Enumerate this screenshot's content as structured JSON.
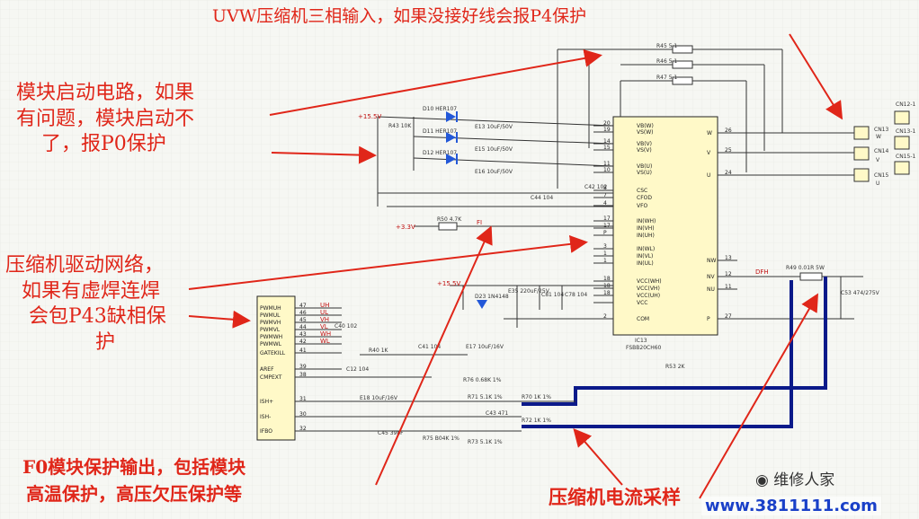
{
  "annotations": {
    "top": "UVW压缩机三相输入，如果没接好线会报P4保护",
    "startup": [
      "模块启动电路，如果",
      "有问题，模块启动不",
      "了，报P0保护"
    ],
    "drive": [
      "压缩机驱动网络，",
      "如果有虚焊连焊",
      "会包P43缺相保",
      "护"
    ],
    "fo": [
      "F0模块保护输出，包括模块",
      "高温保护，高压欠压保护等"
    ],
    "current": "压缩机电流采样"
  },
  "watermark": "维修人家",
  "url": "www.3811111.com",
  "module": {
    "ref": "IC13",
    "part": "FSBB20CH60",
    "pins_left": [
      {
        "n": "20",
        "name": "VB(W)"
      },
      {
        "n": "19",
        "name": "VS(W)"
      },
      {
        "n": "14",
        "name": "VB(V)"
      },
      {
        "n": "15",
        "name": "VS(V)"
      },
      {
        "n": "11",
        "name": "VB(U)"
      },
      {
        "n": "10",
        "name": "VS(U)"
      },
      {
        "n": "8",
        "name": "CSC"
      },
      {
        "n": "7",
        "name": "CFOD"
      },
      {
        "n": "4",
        "name": "VFO"
      },
      {
        "n": "17",
        "name": "IN(WH)"
      },
      {
        "n": "17",
        "name": "IN(VH)"
      },
      {
        "n": "P",
        "name": "IN(UH)"
      },
      {
        "n": "3",
        "name": "IN(WL)"
      },
      {
        "n": "1",
        "name": "IN(VL)"
      },
      {
        "n": "1",
        "name": "IN(UL)"
      },
      {
        "n": "18",
        "name": "VCC(WH)"
      },
      {
        "n": "18",
        "name": "VCC(VH)"
      },
      {
        "n": "18",
        "name": "VCC(UH)"
      },
      {
        "n": "",
        "name": "VCC"
      },
      {
        "n": "2",
        "name": "COM"
      }
    ],
    "pins_right": [
      {
        "n": "26",
        "name": "W"
      },
      {
        "n": "25",
        "name": "V"
      },
      {
        "n": "24",
        "name": "U"
      },
      {
        "n": "13",
        "name": "NW"
      },
      {
        "n": "12",
        "name": "NV"
      },
      {
        "n": "11",
        "name": "NU"
      },
      {
        "n": "27",
        "name": "P"
      }
    ]
  },
  "mcu_pins": [
    {
      "n": "47",
      "name": "PWMUH",
      "net": "UH"
    },
    {
      "n": "46",
      "name": "PWMUL",
      "net": "UL"
    },
    {
      "n": "45",
      "name": "PWMVH",
      "net": "VH"
    },
    {
      "n": "44",
      "name": "PWMVL",
      "net": "VL"
    },
    {
      "n": "43",
      "name": "PWMWH",
      "net": "WH"
    },
    {
      "n": "42",
      "name": "PWMWL",
      "net": "WL"
    },
    {
      "n": "41",
      "name": "GATEKILL",
      "net": ""
    },
    {
      "n": "39",
      "name": "AREF",
      "net": ""
    },
    {
      "n": "38",
      "name": "CMPEXT",
      "net": ""
    },
    {
      "n": "31",
      "name": "ISH+",
      "net": ""
    },
    {
      "n": "30",
      "name": "ISH-",
      "net": ""
    },
    {
      "n": "32",
      "name": "IFBO",
      "net": ""
    }
  ],
  "components": {
    "r_top": [
      "R45 5.1",
      "R46 5.1",
      "R47 5.1"
    ],
    "diodes": [
      "D10 HER107",
      "D11 HER107",
      "D12 HER107"
    ],
    "caps_boot": [
      "E13 10uF/50V",
      "E15 10uF/50V",
      "E16 10uF/50V"
    ],
    "connectors": [
      "CN12-1",
      "CN13",
      "CN14",
      "CN15",
      "CN13-1",
      "CN15-1"
    ],
    "conn_labels": [
      "W",
      "V",
      "U"
    ],
    "supply": "+15.5V",
    "r43": "R43 10K",
    "misc": [
      "C44 104",
      "C42 102",
      "R50 4.7K",
      "FI",
      "+3.3V"
    ],
    "lower": [
      "D23 1N4148",
      "E35 220uF/25V",
      "C81 104",
      "C78 104",
      "R49 0.01R 5W",
      "C53 474/275V",
      "DFH",
      "R53 2K"
    ],
    "sense": [
      "C40 102",
      "R40 1K",
      "C41 104",
      "E17 10uF/16V",
      "R76 0.68K 1%",
      "C12 104",
      "E18 10uF/16V",
      "R71 5.1K 1%",
      "R70 1K 1%",
      "C43 471",
      "R72 1K 1%",
      "R73 5.1K 1%",
      "R75 B04K 1%",
      "C45 39pF"
    ]
  }
}
